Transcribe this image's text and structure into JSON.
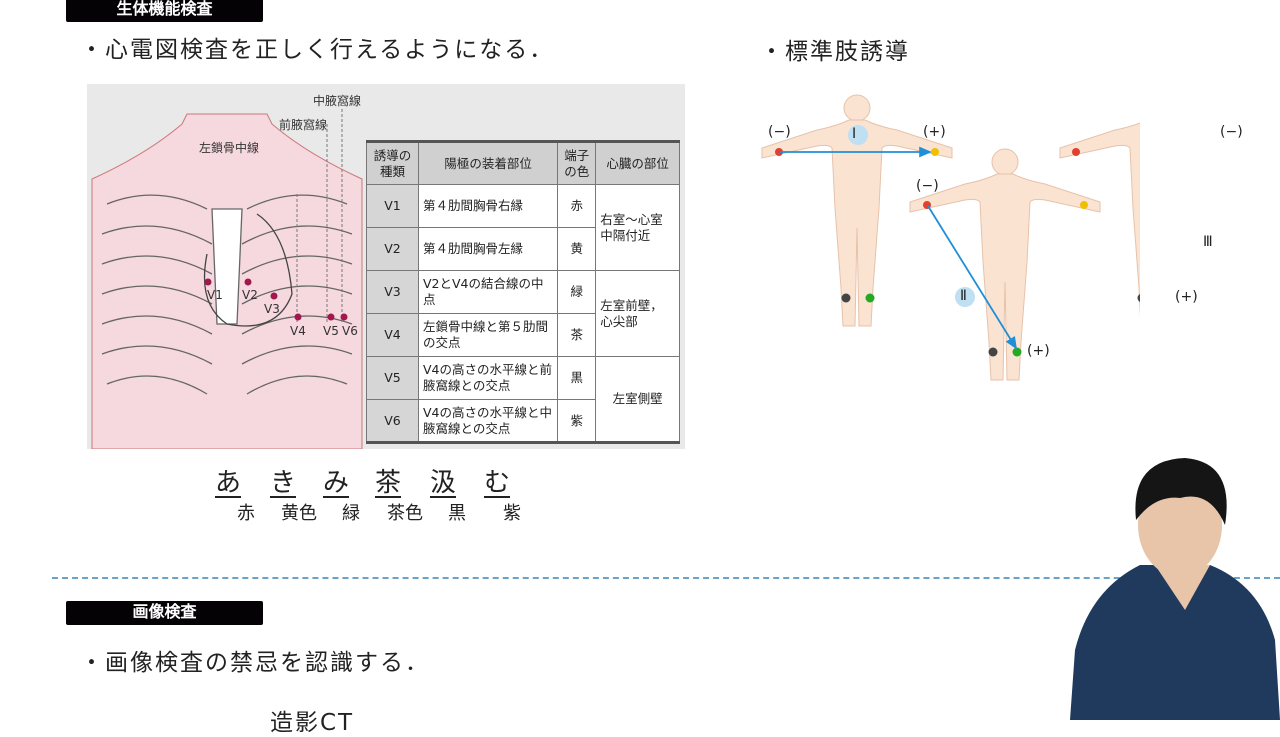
{
  "section1": {
    "tag": "生体機能検査",
    "bullet": "・心電図検査を正しく行えるようになる．"
  },
  "chest": {
    "labels": {
      "mid_axillary": "中腋窩線",
      "ant_axillary": "前腋窩線",
      "mid_clavicular": "左鎖骨中線"
    },
    "electrodes": [
      "V1",
      "V2",
      "V3",
      "V4",
      "V5",
      "V6"
    ]
  },
  "table": {
    "headers": [
      "誘導の種類",
      "陽極の装着部位",
      "端子の色",
      "心臓の部位"
    ],
    "rows": [
      {
        "lead": "V1",
        "site": "第４肋間胸骨右縁",
        "color": "赤"
      },
      {
        "lead": "V2",
        "site": "第４肋間胸骨左縁",
        "color": "黄"
      },
      {
        "lead": "V3",
        "site": "V2とV4の結合線の中点",
        "color": "緑"
      },
      {
        "lead": "V4",
        "site": "左鎖骨中線と第５肋間の交点",
        "color": "茶"
      },
      {
        "lead": "V5",
        "site": "V4の高さの水平線と前腋窩線との交点",
        "color": "黒"
      },
      {
        "lead": "V6",
        "site": "V4の高さの水平線と中腋窩線との交点",
        "color": "紫"
      }
    ],
    "regions": [
      "右室～心室中隔付近",
      "左室前壁，心尖部",
      "左室側壁"
    ]
  },
  "mnemonic": {
    "kana": [
      "あ",
      "き",
      "み",
      "茶",
      "汲",
      "む"
    ],
    "colors": [
      "赤",
      "黄色",
      "緑",
      "茶色",
      "黒",
      "紫"
    ]
  },
  "limb": {
    "title": "・標準肢誘導",
    "lead1": "Ⅰ",
    "lead2": "Ⅱ",
    "lead3": "Ⅲ",
    "neg": "(−)",
    "pos": "(+)"
  },
  "section2": {
    "tag": "画像検査",
    "bullet": "・画像検査の禁忌を認識する．",
    "item": "造影CT"
  }
}
